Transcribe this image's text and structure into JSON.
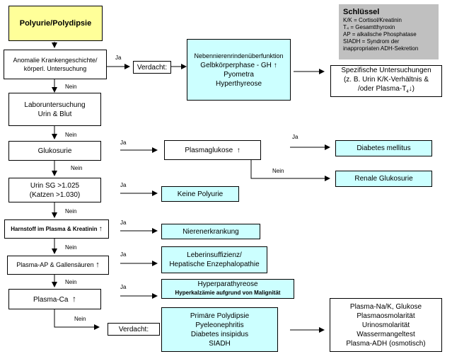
{
  "start": "Polyurie/Polydipsie",
  "key": {
    "title": "Schlüssel",
    "lines": [
      "K/K = Cortisol/Kreatinin",
      "T₄ = Gesamtthyroxin",
      "AP = alkalische Phosphatase",
      "SIADH = Syndrom der",
      "inappropriaten ADH-Sekretion"
    ]
  },
  "steps": {
    "anamnese": [
      "Anomalie Krankengeschichte/",
      "körperl. Untersuchung"
    ],
    "labor": [
      "Laboruntersuchung",
      "Urin & Blut"
    ],
    "glukosurie": "Glukosurie",
    "urin_sg": [
      "Urin SG >1.025",
      "(Katzen >1.030)"
    ],
    "harnstoff": "Harnstoff im Plasma & Kreatinin",
    "plasma_ap": "Plasma-AP & Gallensäuren",
    "plasma_ca": "Plasma-Ca"
  },
  "verdacht1": {
    "label": "Verdacht:",
    "items": [
      "Nebennierenrindenüberfunktion",
      "Gelbkörperphase - GH",
      "Pyometra",
      "Hyperthyreose"
    ]
  },
  "spezifisch": [
    "Spezifische Untersuchungen",
    "(z. B. Urin K/K-Verhältnis &",
    "/oder Plasma-T"
  ],
  "plasmaglukose": "Plasmaglukose",
  "diabetes_mellitus": "Diabetes mellitus",
  "renale_glukosurie": "Renale Glukosurie",
  "keine_polyurie": "Keine Polyurie",
  "nierenerkrankung": "Nierenerkrankung",
  "leber": [
    "Leberinsuffizienz/",
    "Hepatische Enzephalopathie"
  ],
  "hyperpara": [
    "Hyperparathyreose",
    "Hyperkalzämie  aufgrund von Malignität"
  ],
  "verdacht2": {
    "label": "Verdacht:",
    "items": [
      "Primäre Polydipsie",
      "Pyeleonephritis",
      "Diabetes insipidus",
      "SIADH"
    ]
  },
  "final_tests": [
    "Plasma-Na/K, Glukose",
    "Plasmaosmolarität",
    "Urinosmolarität",
    "Wassermangeltest",
    "Plasma-ADH (osmotisch)"
  ],
  "labels": {
    "ja": "Ja",
    "nein": "Nein"
  },
  "arrow_up": "↑",
  "arrow_down": "↓"
}
